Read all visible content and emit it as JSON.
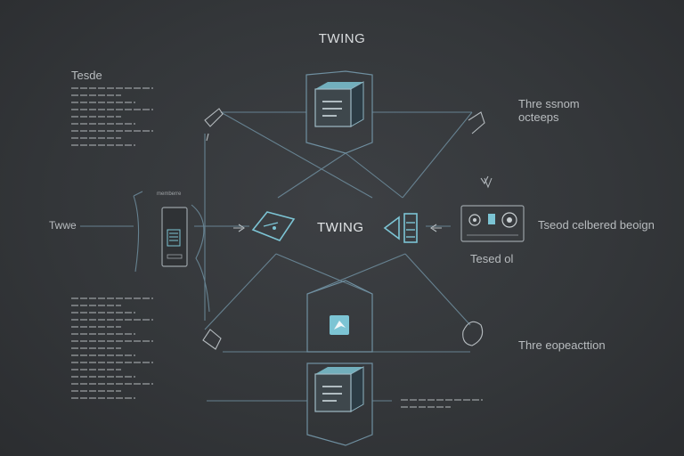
{
  "diagram": {
    "title": "TWING",
    "center_label": "TWING",
    "labels": {
      "top_left_heading": "Tesde",
      "left_side": "Twwe",
      "right_top_line1": "Thre ssnom",
      "right_top_line2": "octeeps",
      "right_middle": "Tseod celbered beoign",
      "right_middle_sub": "Tesed ol",
      "right_lower": "Thre eopeacttion",
      "small_box_caption": "memberre"
    },
    "colors": {
      "background": "#34373a",
      "line": "#6c8a9a",
      "accent": "#7cc4d4",
      "text": "#cfd2d4"
    },
    "icons": [
      "server-cube-icon",
      "server-cube-icon",
      "document-icon",
      "eye-icon",
      "book-icon",
      "stack-icon",
      "tablet-icon",
      "arrow-tag-icon",
      "clip-icon",
      "cursor-icon"
    ]
  }
}
